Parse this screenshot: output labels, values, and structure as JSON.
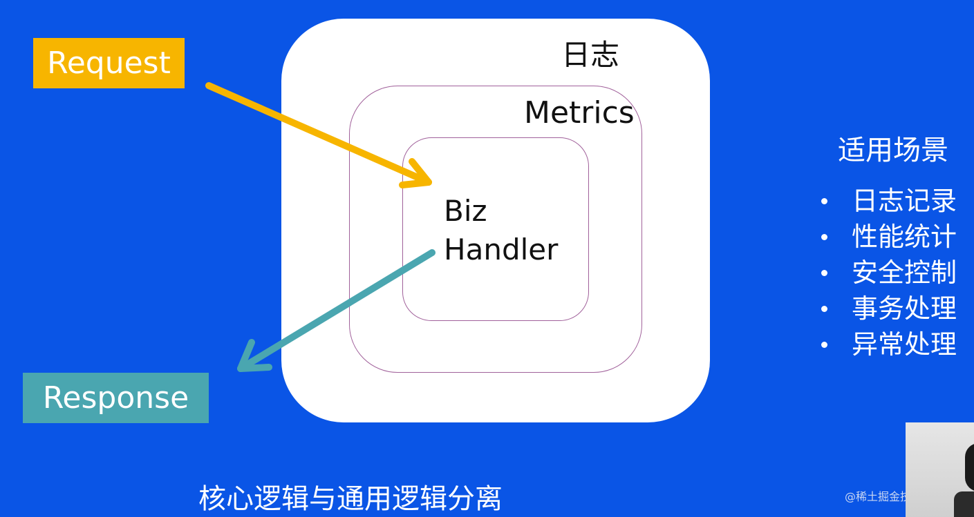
{
  "diagram": {
    "outer_label": "日志",
    "middle_label": "Metrics",
    "inner_label_line1": "Biz",
    "inner_label_line2": "Handler",
    "request_label": "Request",
    "response_label": "Response",
    "caption": "核心逻辑与通用逻辑分离"
  },
  "sidebar": {
    "title": "适用场景",
    "items": [
      "日志记录",
      "性能统计",
      "安全控制",
      "事务处理",
      "异常处理"
    ]
  },
  "watermark": "@稀土掘金技术社区",
  "colors": {
    "background": "#0a55e6",
    "request": "#f7b500",
    "response": "#4aa6b0",
    "box_border": "#a0609a"
  }
}
